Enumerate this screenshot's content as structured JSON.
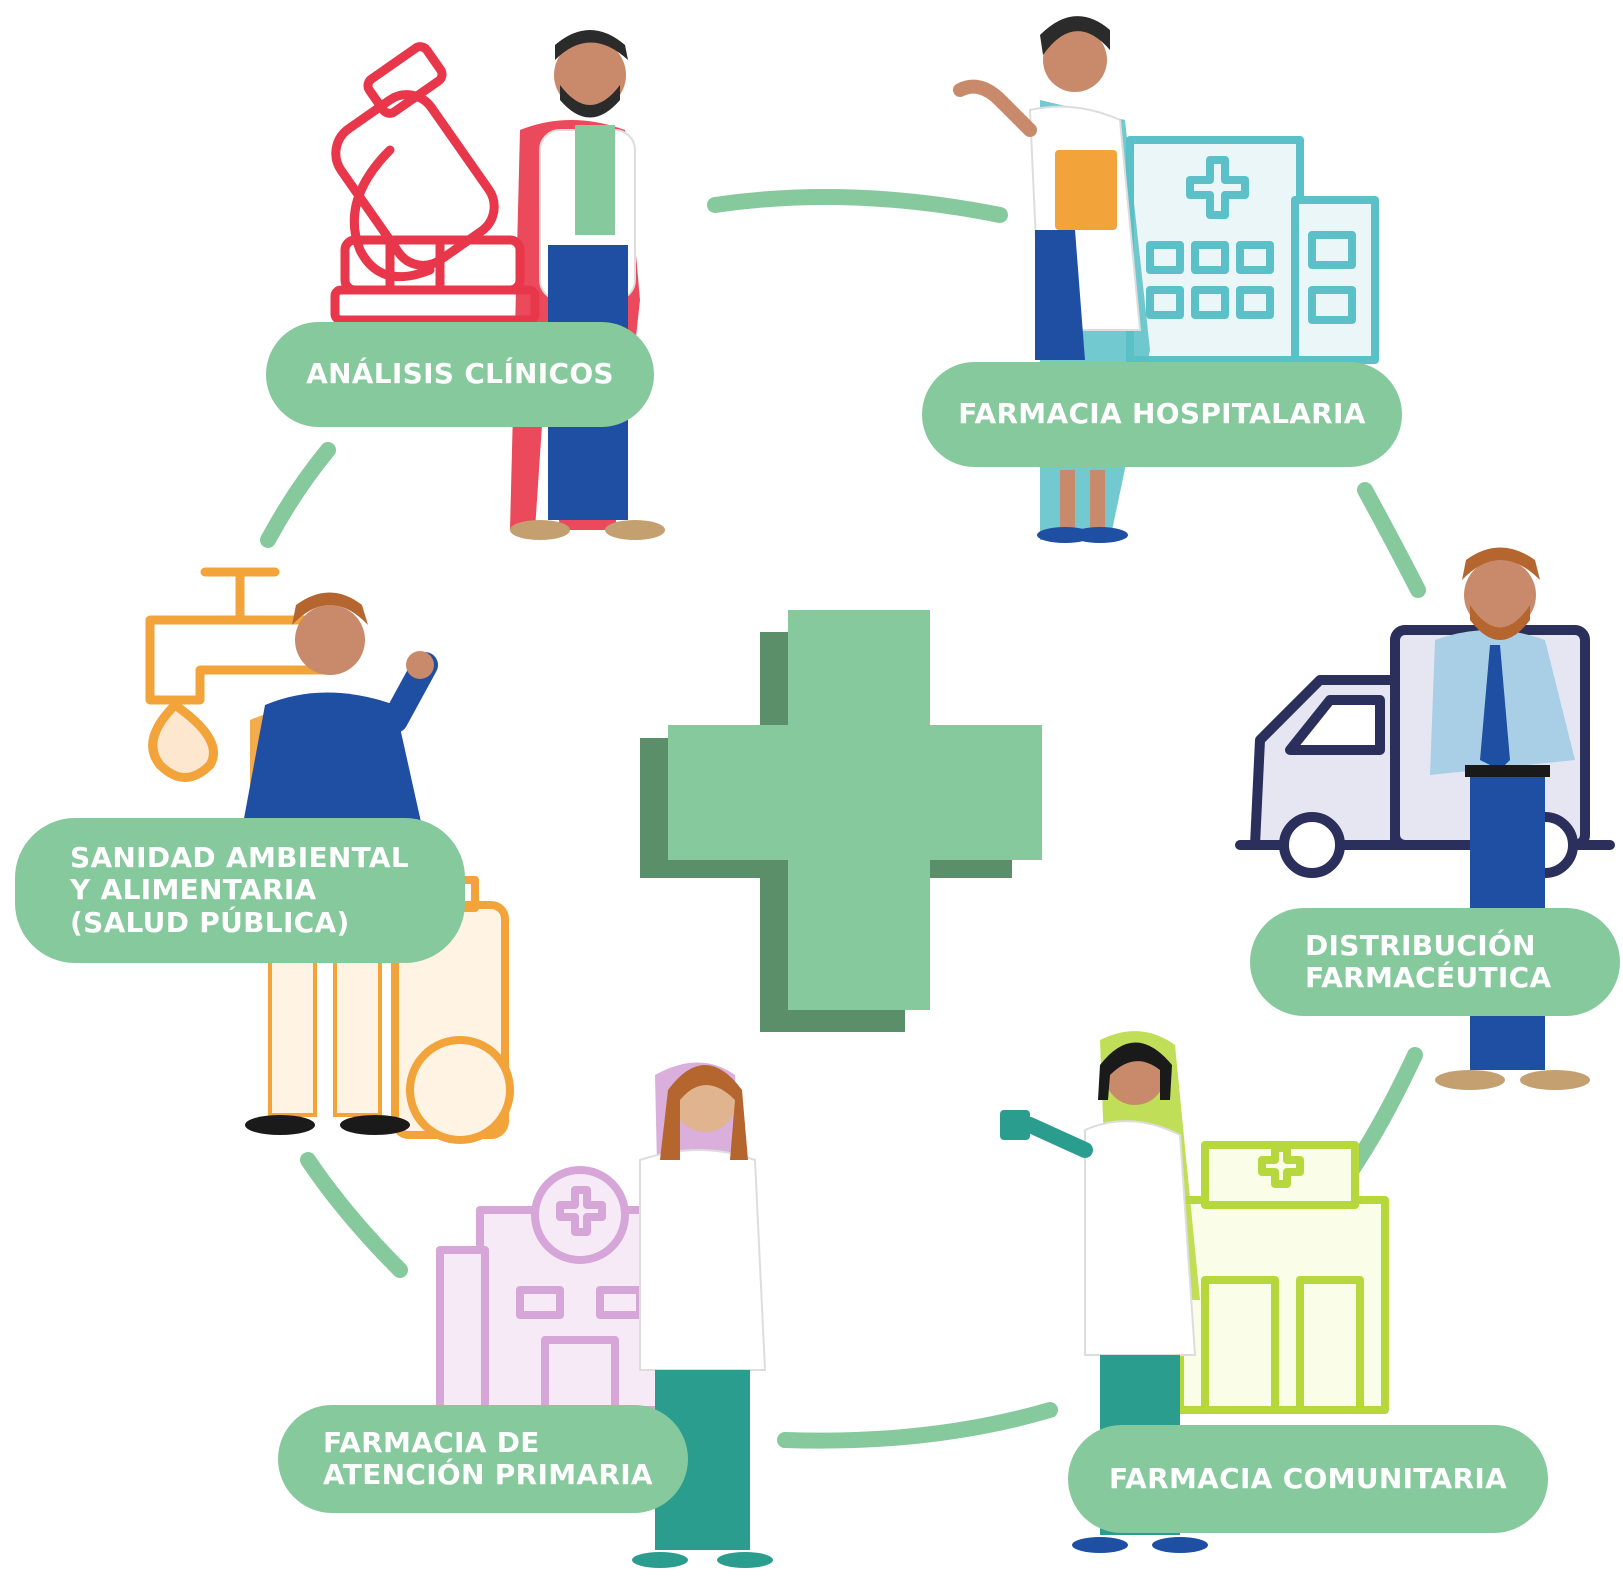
{
  "colors": {
    "accent_green": "#86c99d",
    "cross_dark": "#5a8f6a",
    "analisis": "#e8364a",
    "hospitalaria": "#5bc0c8",
    "sanidad": "#f2a33a",
    "distribucion": "#2b2f5c",
    "primaria": "#d7a6d8",
    "comunitaria": "#b6d83c"
  },
  "center": {
    "icon": "pharmacy-cross-icon"
  },
  "nodes": {
    "analisis": {
      "label": "ANÁLISIS CLÍNICOS",
      "icon": "microscope-icon"
    },
    "hospitalaria": {
      "label": "FARMACIA HOSPITALARIA",
      "icon": "hospital-icon"
    },
    "sanidad": {
      "lines": [
        "SANIDAD AMBIENTAL",
        "Y ALIMENTARIA",
        "(SALUD PÚBLICA)"
      ],
      "icon": "water-tap-icon"
    },
    "distribucion": {
      "lines": [
        "DISTRIBUCIÓN",
        "FARMACÉUTICA"
      ],
      "icon": "delivery-truck-icon"
    },
    "primaria": {
      "lines": [
        "FARMACIA DE",
        "ATENCIÓN PRIMARIA"
      ],
      "icon": "health-center-icon"
    },
    "comunitaria": {
      "label": "FARMACIA COMUNITARIA",
      "icon": "pharmacy-shop-icon"
    }
  }
}
